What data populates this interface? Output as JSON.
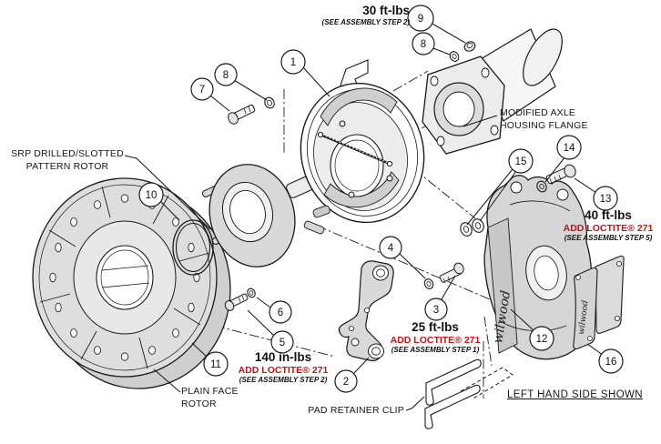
{
  "figure": {
    "side_note": "LEFT HAND SIDE SHOWN",
    "brand": "wilwood"
  },
  "labels": {
    "srp_rotor": "SRP DRILLED/SLOTTED\nPATTERN ROTOR",
    "axle_flange": "MODIFIED AXLE\nHOUSING FLANGE",
    "plain_rotor": "PLAIN FACE\nROTOR",
    "pad_clip": "PAD RETAINER CLIP"
  },
  "torque_notes": [
    {
      "value": "30 ft-lbs",
      "loctite": "",
      "step": "(SEE ASSEMBLY STEP 2)"
    },
    {
      "value": "40 ft-lbs",
      "loctite": "ADD LOCTITE® 271",
      "step": "(SEE ASSEMBLY STEP 5)"
    },
    {
      "value": "25 ft-lbs",
      "loctite": "ADD LOCTITE® 271",
      "step": "(SEE ASSEMBLY STEP 1)"
    },
    {
      "value": "140 in-lbs",
      "loctite": "ADD LOCTITE® 271",
      "step": "(SEE ASSEMBLY STEP 2)"
    }
  ],
  "callouts": [
    {
      "num": "1"
    },
    {
      "num": "2"
    },
    {
      "num": "3"
    },
    {
      "num": "4"
    },
    {
      "num": "5"
    },
    {
      "num": "6"
    },
    {
      "num": "7"
    },
    {
      "num": "8"
    },
    {
      "num": "9"
    },
    {
      "num": "10"
    },
    {
      "num": "11"
    },
    {
      "num": "12"
    },
    {
      "num": "13"
    },
    {
      "num": "14"
    },
    {
      "num": "15"
    },
    {
      "num": "16"
    }
  ],
  "colors": {
    "line": "#1a1a1a",
    "part_fill": "#dcdcdc",
    "accent_red": "#cc1111"
  }
}
